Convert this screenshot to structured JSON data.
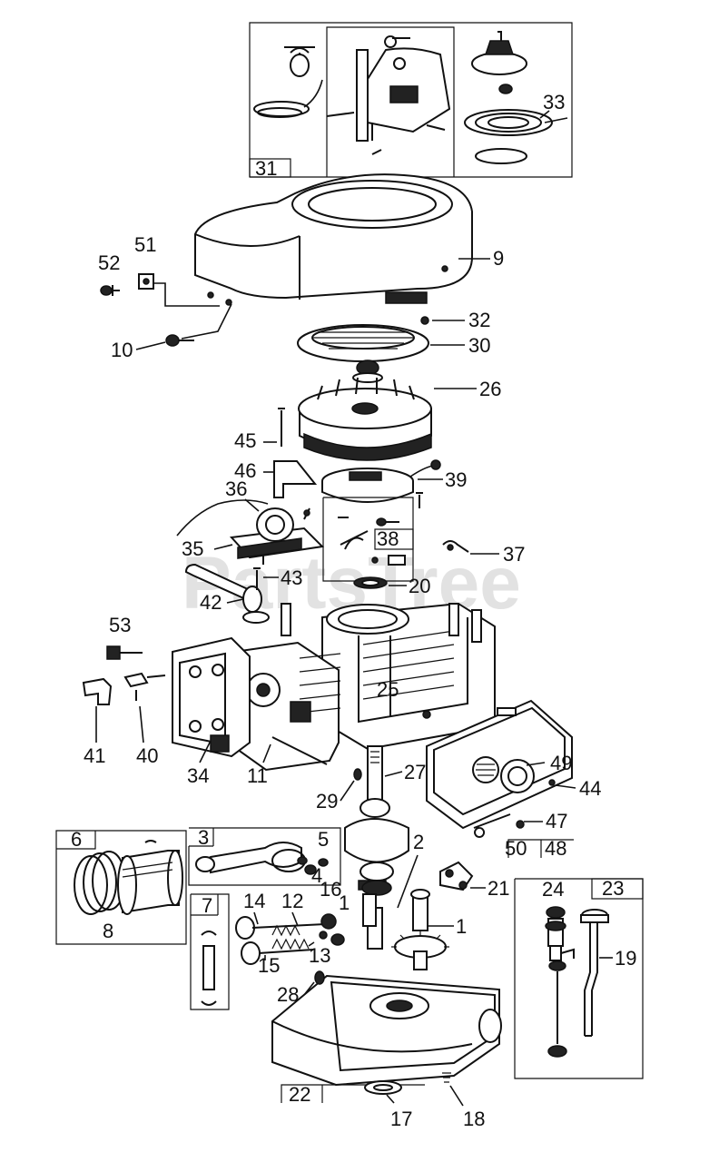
{
  "watermark": "PartsTree",
  "callouts": [
    {
      "id": "c31",
      "text": "31"
    },
    {
      "id": "c33",
      "text": "33"
    },
    {
      "id": "c9",
      "text": "9"
    },
    {
      "id": "c51",
      "text": "51"
    },
    {
      "id": "c52",
      "text": "52"
    },
    {
      "id": "c10",
      "text": "10"
    },
    {
      "id": "c32",
      "text": "32"
    },
    {
      "id": "c30",
      "text": "30"
    },
    {
      "id": "c26",
      "text": "26"
    },
    {
      "id": "c45",
      "text": "45"
    },
    {
      "id": "c46",
      "text": "46"
    },
    {
      "id": "c39",
      "text": "39"
    },
    {
      "id": "c36",
      "text": "36"
    },
    {
      "id": "c38",
      "text": "38"
    },
    {
      "id": "c35",
      "text": "35"
    },
    {
      "id": "c37",
      "text": "37"
    },
    {
      "id": "c43",
      "text": "43"
    },
    {
      "id": "c20",
      "text": "20"
    },
    {
      "id": "c42",
      "text": "42"
    },
    {
      "id": "c53",
      "text": "53"
    },
    {
      "id": "c25",
      "text": "25"
    },
    {
      "id": "c41",
      "text": "41"
    },
    {
      "id": "c40",
      "text": "40"
    },
    {
      "id": "c34",
      "text": "34"
    },
    {
      "id": "c11",
      "text": "11"
    },
    {
      "id": "c27",
      "text": "27"
    },
    {
      "id": "c49",
      "text": "49"
    },
    {
      "id": "c44",
      "text": "44"
    },
    {
      "id": "c29",
      "text": "29"
    },
    {
      "id": "c47",
      "text": "47"
    },
    {
      "id": "c50",
      "text": "50"
    },
    {
      "id": "c48",
      "text": "48"
    },
    {
      "id": "c6",
      "text": "6"
    },
    {
      "id": "c3",
      "text": "3"
    },
    {
      "id": "c5",
      "text": "5"
    },
    {
      "id": "c2",
      "text": "2"
    },
    {
      "id": "c4",
      "text": "4"
    },
    {
      "id": "c21",
      "text": "21"
    },
    {
      "id": "c23",
      "text": "23"
    },
    {
      "id": "c24",
      "text": "24"
    },
    {
      "id": "c8",
      "text": "8"
    },
    {
      "id": "c7",
      "text": "7"
    },
    {
      "id": "c14",
      "text": "14"
    },
    {
      "id": "c12",
      "text": "12"
    },
    {
      "id": "c16",
      "text": "16"
    },
    {
      "id": "c1a",
      "text": "1"
    },
    {
      "id": "c1b",
      "text": "1"
    },
    {
      "id": "c19",
      "text": "19"
    },
    {
      "id": "c15",
      "text": "15"
    },
    {
      "id": "c13",
      "text": "13"
    },
    {
      "id": "c28",
      "text": "28"
    },
    {
      "id": "c22",
      "text": "22"
    },
    {
      "id": "c17",
      "text": "17"
    },
    {
      "id": "c18",
      "text": "18"
    }
  ]
}
